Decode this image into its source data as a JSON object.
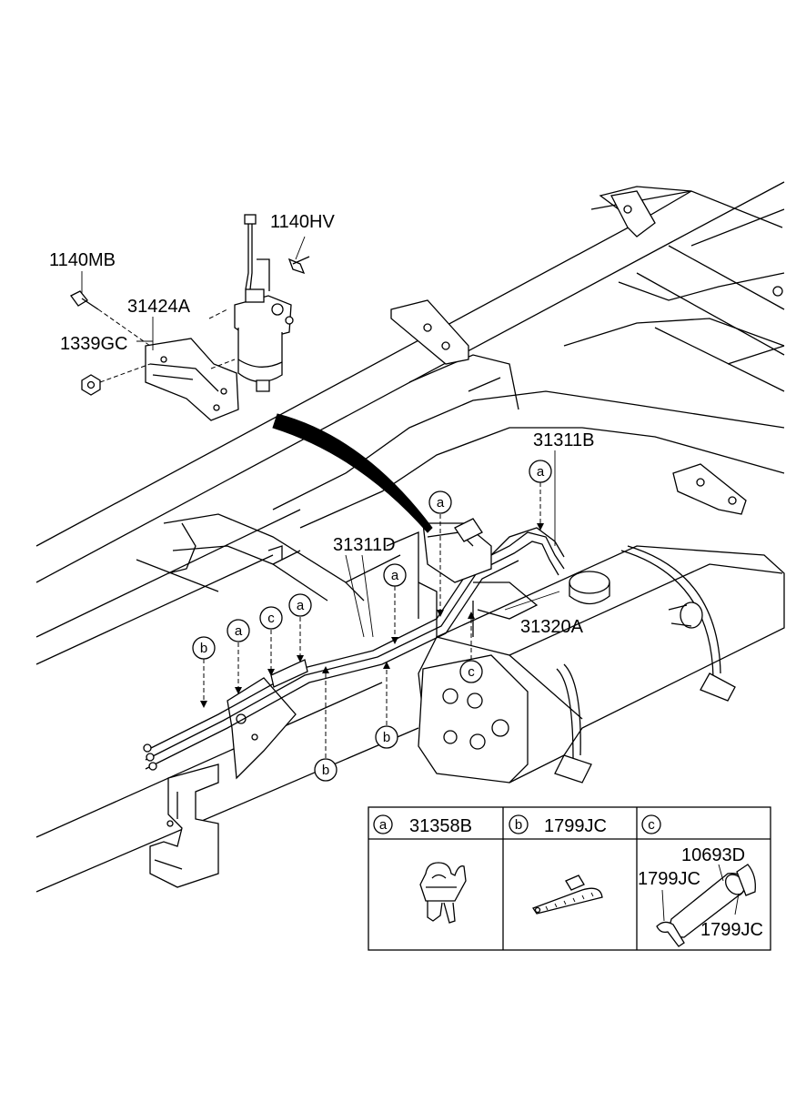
{
  "callouts": {
    "c1140HV": "1140HV",
    "c1140MB": "1140MB",
    "c31424A": "31424A",
    "c1339GC": "1339GC",
    "c31311B": "31311B",
    "c31311D": "31311D",
    "c31320A": "31320A"
  },
  "clip_markers": {
    "a": "a",
    "b": "b",
    "c": "c"
  },
  "legend": {
    "a_letter": "a",
    "a_part": "31358B",
    "b_letter": "b",
    "b_part": "1799JC",
    "c_letter": "c",
    "c_part_top": "10693D",
    "c_part_left": "1799JC",
    "c_part_right": "1799JC"
  }
}
